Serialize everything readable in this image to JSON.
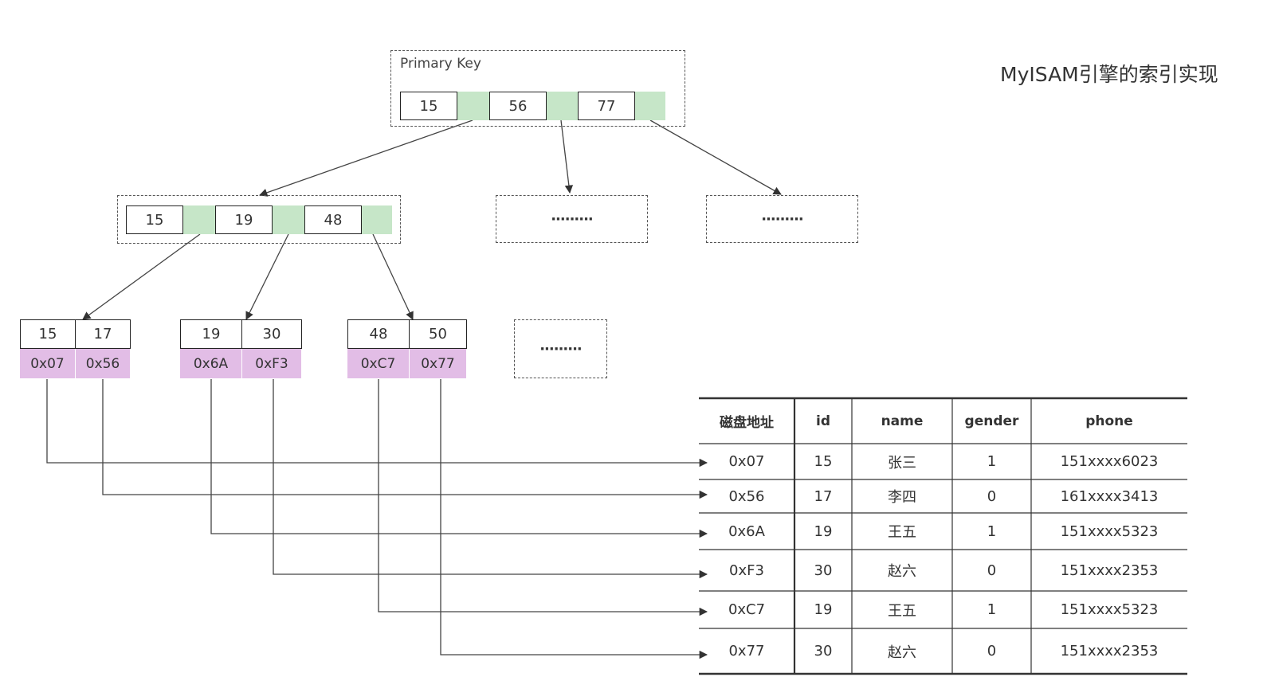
{
  "title": "MyISAM引擎的索引实现",
  "root": {
    "label": "Primary Key",
    "keys": [
      "15",
      "56",
      "77"
    ]
  },
  "level2": {
    "keys": [
      "15",
      "19",
      "48"
    ],
    "placeholders": [
      "·········",
      "·········"
    ]
  },
  "leaves": [
    {
      "keys": [
        "15",
        "17"
      ],
      "addrs": [
        "0x07",
        "0x56"
      ]
    },
    {
      "keys": [
        "19",
        "30"
      ],
      "addrs": [
        "0x6A",
        "0xF3"
      ]
    },
    {
      "keys": [
        "48",
        "50"
      ],
      "addrs": [
        "0xC7",
        "0x77"
      ]
    }
  ],
  "leaf_placeholder": "·········",
  "table": {
    "headers": [
      "磁盘地址",
      "id",
      "name",
      "gender",
      "phone"
    ],
    "rows": [
      [
        "0x07",
        "15",
        "张三",
        "1",
        "151xxxx6023"
      ],
      [
        "0x56",
        "17",
        "李四",
        "0",
        "161xxxx3413"
      ],
      [
        "0x6A",
        "19",
        "王五",
        "1",
        "151xxxx5323"
      ],
      [
        "0xF3",
        "30",
        "赵六",
        "0",
        "151xxxx2353"
      ],
      [
        "0xC7",
        "19",
        "王五",
        "1",
        "151xxxx5323"
      ],
      [
        "0x77",
        "30",
        "赵六",
        "0",
        "151xxxx2353"
      ]
    ]
  }
}
